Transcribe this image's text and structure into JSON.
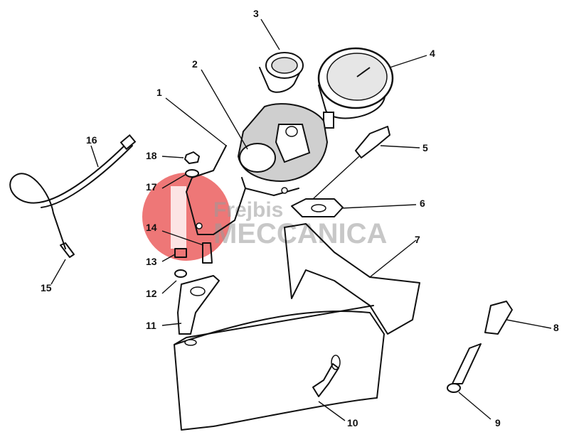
{
  "diagram": {
    "callouts": [
      {
        "id": "1",
        "label": "1"
      },
      {
        "id": "2",
        "label": "2"
      },
      {
        "id": "3",
        "label": "3"
      },
      {
        "id": "4",
        "label": "4"
      },
      {
        "id": "5",
        "label": "5"
      },
      {
        "id": "6",
        "label": "6"
      },
      {
        "id": "7",
        "label": "7"
      },
      {
        "id": "8",
        "label": "8"
      },
      {
        "id": "9",
        "label": "9"
      },
      {
        "id": "10",
        "label": "10"
      },
      {
        "id": "11",
        "label": "11"
      },
      {
        "id": "12",
        "label": "12"
      },
      {
        "id": "13",
        "label": "13"
      },
      {
        "id": "14",
        "label": "14"
      },
      {
        "id": "15",
        "label": "15"
      },
      {
        "id": "16",
        "label": "16"
      },
      {
        "id": "17",
        "label": "17"
      },
      {
        "id": "18",
        "label": "18"
      }
    ],
    "watermark": {
      "line1": "Frejbis",
      "line2": "MECCANICA",
      "color": "#e84a4a"
    }
  }
}
